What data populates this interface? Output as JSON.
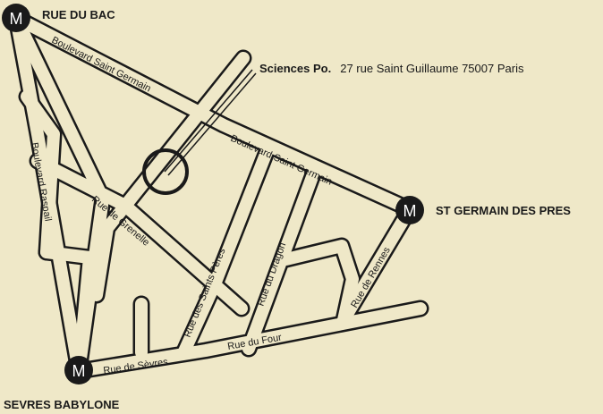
{
  "colors": {
    "background": "#efe8c8",
    "road_outline": "#1a1a1a",
    "road_fill": "#efe8c8",
    "metro_disc": "#1a1a1a",
    "metro_letter": "#ffffff"
  },
  "metro": {
    "symbol": "M",
    "stations": {
      "rue_du_bac": "RUE DU BAC",
      "st_germain": "ST GERMAIN DES PRES",
      "sevres_babylone": "SEVRES BABYLONE"
    }
  },
  "callout": {
    "name": "Sciences Po.",
    "address": "27 rue Saint Guillaume 75007 Paris"
  },
  "streets": {
    "bd_st_germain_west": "Boulevard Saint Germain",
    "bd_st_germain_east": "Boulevard Saint Germain",
    "bd_raspail": "Boulevard Raspail",
    "rue_de_grenelle": "Rue de Grenelle",
    "rue_des_saints_peres": "Rue des Saints Pères",
    "rue_du_dragon": "Rue du Dragon",
    "rue_de_rennes": "Rue de Rennes",
    "rue_du_four": "Rue du Four",
    "rue_de_sevres": "Rue de Sèvres"
  }
}
